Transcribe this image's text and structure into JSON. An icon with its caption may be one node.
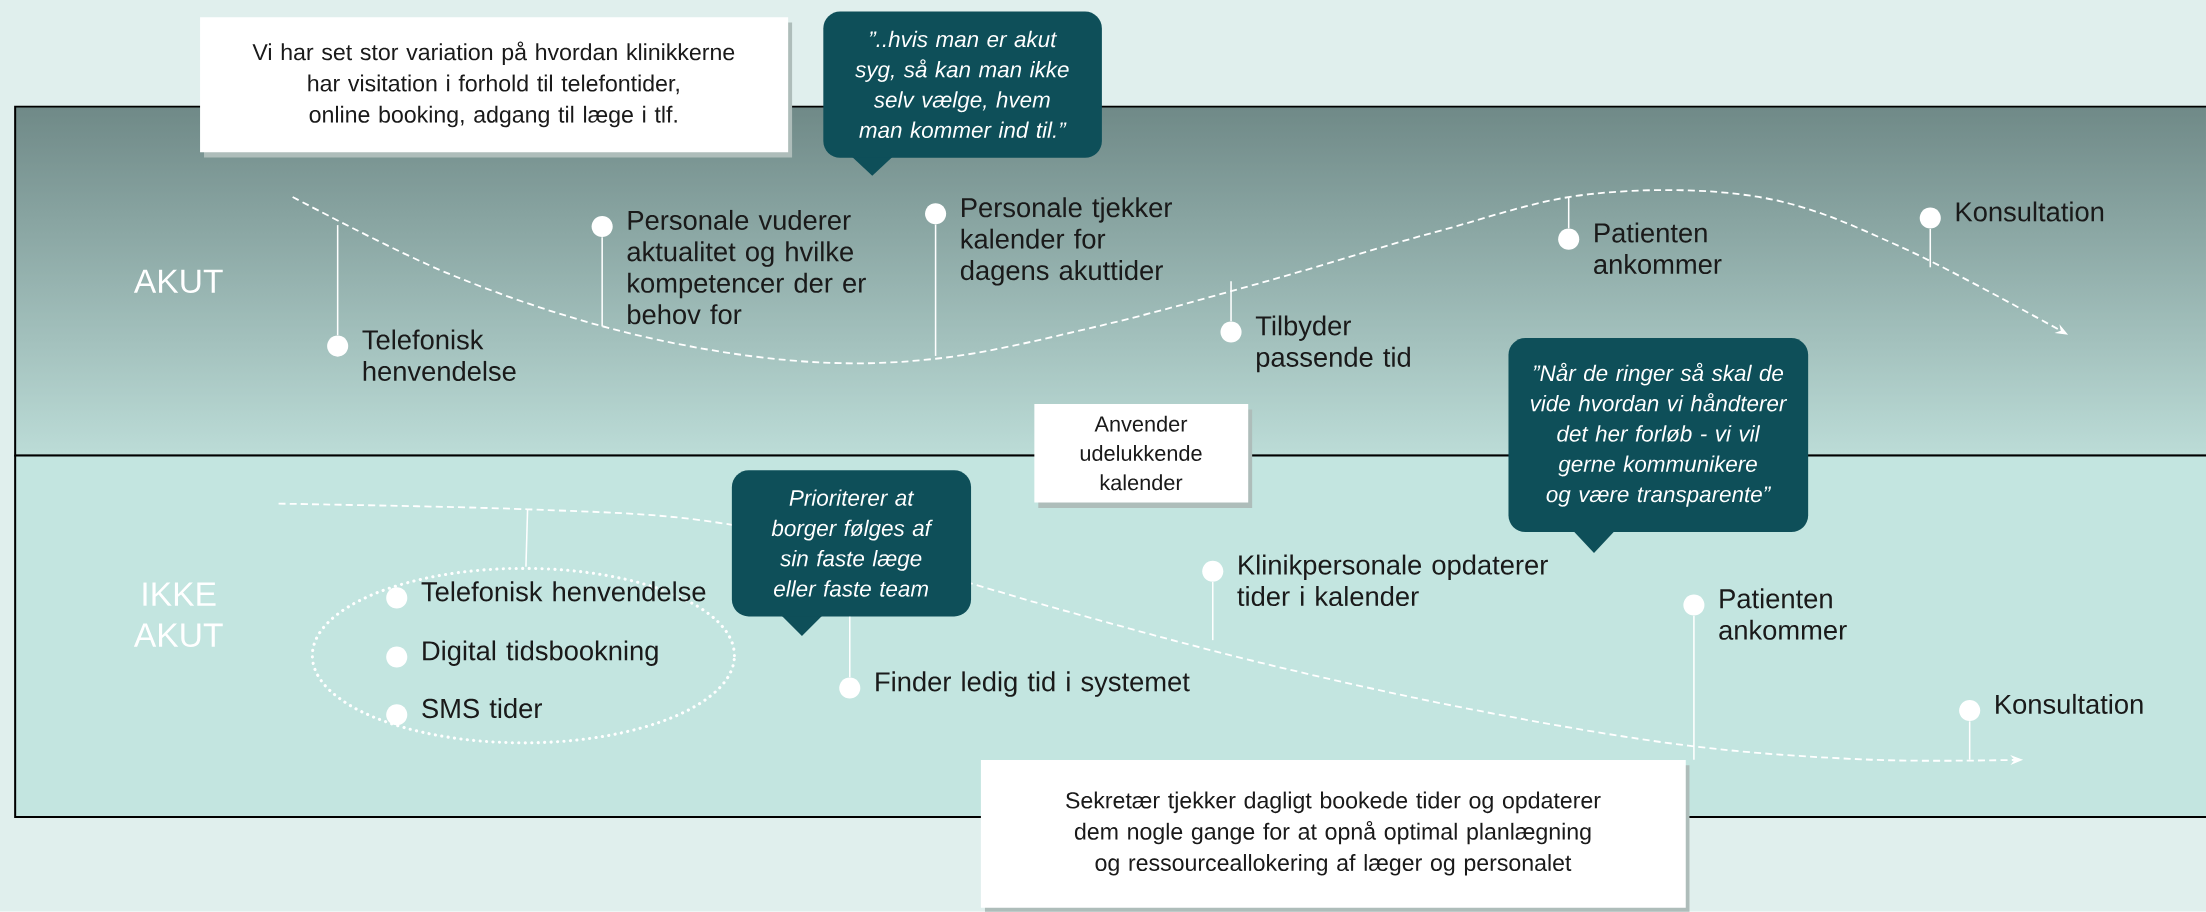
{
  "diagram": {
    "nodes": [
      {
        "text": [
          "Vi har set stor variation på hvordan klinikkerne har visitation i forhold til telefontider, online booking, adgang til læge i tlf."
        ]
      },
      {
        "text": [
          "”..hvis man er akut syg, så kan man ikke selv vælge, hvem man kommer ind til.”"
        ]
      },
      {
        "text": [
          "AKUT"
        ]
      },
      {
        "text": [
          "Telefonisk henvendelse"
        ],
        "in": 2
      },
      {
        "text": [
          "Personale vuderer aktualitet og hvilke kompetencer der er behov for"
        ],
        "in": 2
      },
      {
        "text": [
          "Personale tjekker kalender for dagens akuttider"
        ],
        "in": 2
      },
      {
        "text": [
          "Tilbyder passende tid"
        ],
        "in": 2
      },
      {
        "text": [
          "Patienten ankommer"
        ],
        "in": 2
      },
      {
        "text": [
          "Konsultation"
        ],
        "in": 2
      },
      {
        "text": [
          "Anvender udelukkende kalender"
        ]
      },
      {
        "text": [
          "”Når de ringer så skal de vide hvordan vi håndterer det her forløb - vi vil gerne kommunikere og være transparente”"
        ]
      },
      {
        "text": [
          "IKKE AKUT"
        ]
      },
      {
        "text": [],
        "shape": "ellipse",
        "in": 11
      },
      {
        "text": [
          "Telefonisk henvendelse"
        ],
        "in": 12
      },
      {
        "text": [
          "Digital tidsbookning"
        ],
        "in": 12
      },
      {
        "text": [
          "SMS tider"
        ],
        "in": 12
      },
      {
        "text": [
          "Prioriterer at borger følges af sin faste læge eller faste team"
        ],
        "in": 11
      },
      {
        "text": [
          "Finder ledig tid i systemet"
        ],
        "in": 11
      },
      {
        "text": [
          "Klinikpersonale opdaterer tider i kalender"
        ],
        "in": 11
      },
      {
        "text": [
          "Patienten ankommer"
        ],
        "in": 11
      },
      {
        "text": [
          "Konsultation"
        ],
        "in": 11
      },
      {
        "text": [
          "Sekretær tjekker dagligt bookede tider og opdaterer dem nogle gange for at opnå optimal planlægning og ressourceallokering af læger og personalet"
        ]
      }
    ],
    "edges": [
      {
        "from": 3,
        "to": null,
        "arrow": "none"
      },
      {
        "from": 4,
        "to": null,
        "arrow": "none"
      },
      {
        "from": 5,
        "to": null,
        "arrow": "none"
      },
      {
        "from": 6,
        "to": null,
        "arrow": "none"
      },
      {
        "from": 7,
        "to": null,
        "arrow": "none"
      },
      {
        "from": 8,
        "to": null,
        "arrow": "none"
      },
      {
        "from": 12,
        "to": null,
        "arrow": "none"
      },
      {
        "from": 17,
        "to": 16,
        "arrow": "none"
      },
      {
        "from": 18,
        "to": null,
        "arrow": "none"
      },
      {
        "from": 19,
        "to": 21,
        "arrow": "none"
      },
      {
        "from": 20,
        "to": null,
        "arrow": "none"
      }
    ]
  }
}
